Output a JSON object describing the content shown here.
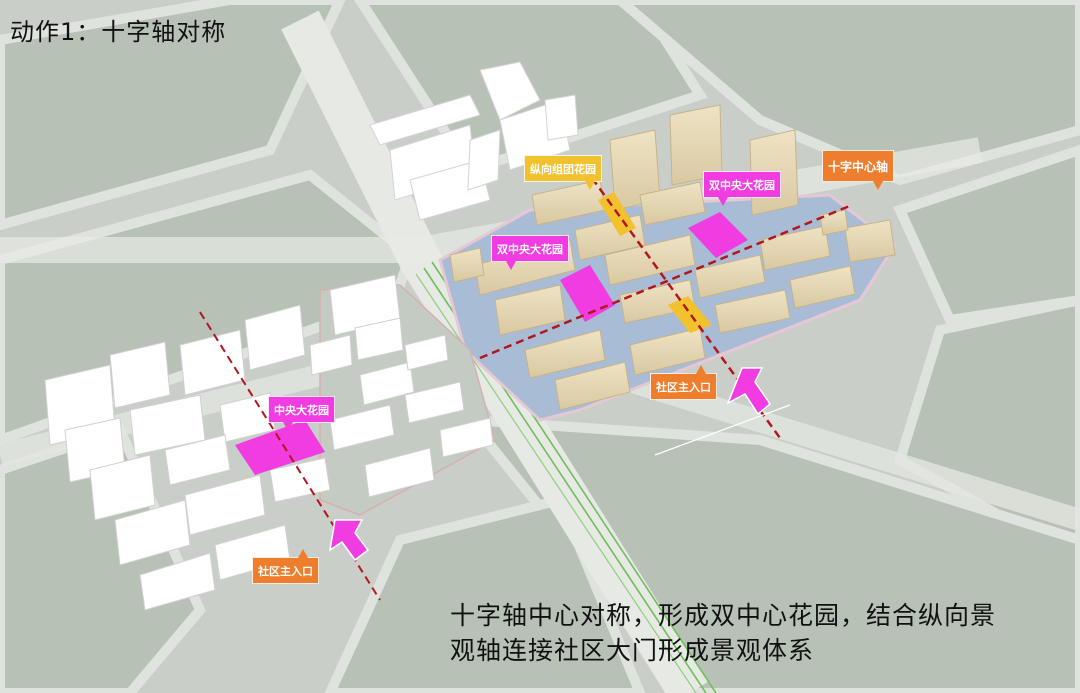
{
  "title": "动作1：十字轴对称",
  "caption": {
    "line1": "十字轴中心对称，形成双中心花园，结合纵向景",
    "line2": "观轴连接社区大门形成景观体系"
  },
  "labels": {
    "vertical_garden": "纵向组团花园",
    "double_center_garden_right": "双中央大花园",
    "double_center_garden_left": "双中央大花园",
    "cross_axis": "十字中心轴",
    "central_garden": "中央大花园",
    "entrance_right": "社区主入口",
    "entrance_left": "社区主入口"
  },
  "colors": {
    "garden_magenta": "#f03ce0",
    "entrance_orange": "#ee7d2d",
    "group_garden_yellow": "#f2c12e",
    "axis_red": "#b3161b",
    "site_blue": "#a9bcd6"
  }
}
